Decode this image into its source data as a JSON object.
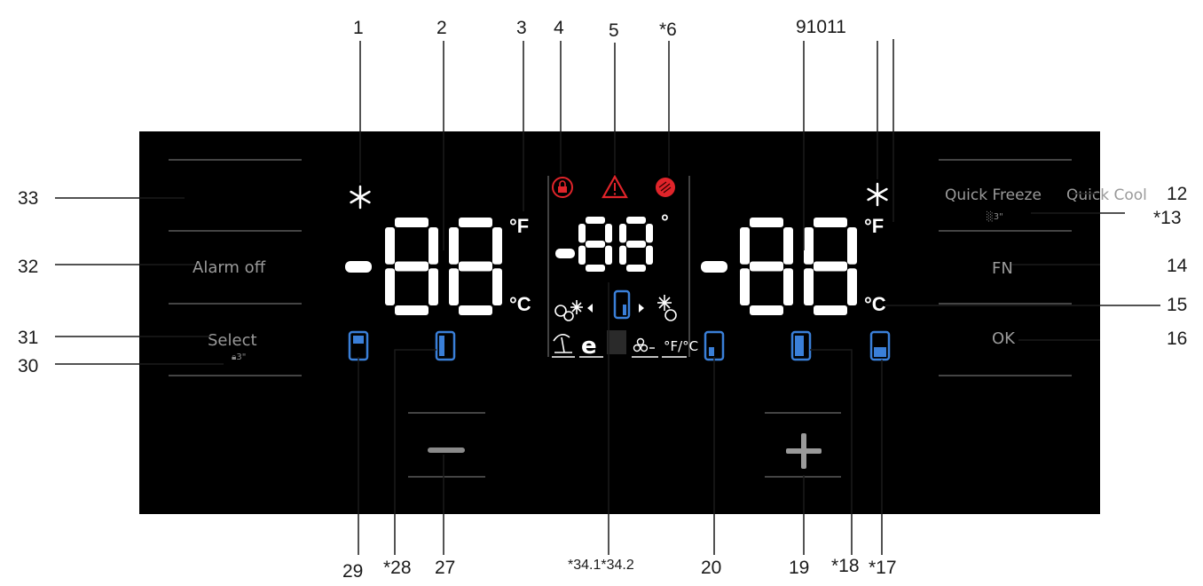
{
  "callouts": {
    "n1": "1",
    "n2": "2",
    "n3": "3",
    "n4": "4",
    "n5": "5",
    "n6": "*6",
    "n91011": "91011",
    "n12": "12",
    "n13": "*13",
    "n14": "14",
    "n15": "15",
    "n16": "16",
    "n17": "*17",
    "n18": "*18",
    "n19": "19",
    "n20": "20",
    "n27": "27",
    "n28": "*28",
    "n29": "29",
    "n30": "30",
    "n31": "31",
    "n32": "32",
    "n33": "33",
    "n34": "*34.1*34.2"
  },
  "panel": {
    "alarm_off": "Alarm off",
    "select": "Select",
    "lock_hold": "3\"",
    "quick_freeze": "Quick Freeze",
    "quick_cool": "Quick Cool",
    "quick_hold": "3\"",
    "fn": "FN",
    "ok": "OK",
    "left_display": "-88",
    "center_display": "-88",
    "right_display": "-88",
    "unit_f": "°F",
    "unit_c": "°C",
    "degree": "°",
    "minus_label": "—",
    "plus_label": "+",
    "percent_unit": "°F/°C",
    "eco_letter": "e"
  },
  "colors": {
    "panel_bg": "#000000",
    "segment": "#ffffff",
    "label_grey": "#9a9a9a",
    "warning_red": "#e0242a",
    "bar_blue": "#3a7fd8",
    "leader": "#1a1a1a"
  },
  "icons": [
    "snowflake-icon",
    "lock-icon",
    "warning-icon",
    "filter-icon",
    "door-bar-icon",
    "fridge-mode-icon"
  ]
}
